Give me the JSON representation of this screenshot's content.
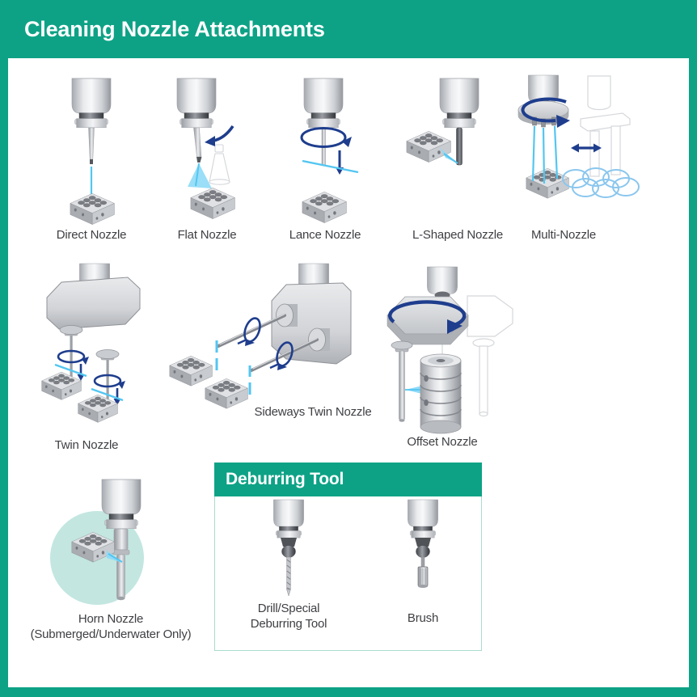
{
  "header": {
    "title": "Cleaning Nozzle Attachments"
  },
  "colors": {
    "teal": "#0DA286",
    "teal_light": "#C3E6E0",
    "navy": "#1E3D8D",
    "spray": "#53C6F1",
    "spray_fill": "#8FDAF7",
    "circle_blue": "#8AC6EE",
    "text": "#3E3F43",
    "box_border": "#A9DBCF"
  },
  "figures": {
    "direct": {
      "label": "Direct Nozzle"
    },
    "flat": {
      "label": "Flat Nozzle"
    },
    "lance": {
      "label": "Lance Nozzle"
    },
    "l_shaped": {
      "label": "L-Shaped Nozzle"
    },
    "multi": {
      "label": "Multi-Nozzle"
    },
    "twin": {
      "label": "Twin Nozzle"
    },
    "sideways_twin": {
      "label": "Sideways Twin Nozzle"
    },
    "offset": {
      "label": "Offset Nozzle"
    },
    "horn": {
      "label": "Horn Nozzle",
      "sublabel": "(Submerged/Underwater Only)"
    }
  },
  "deburring": {
    "title": "Deburring Tool",
    "drill": {
      "label_line1": "Drill/Special",
      "label_line2": "Deburring Tool"
    },
    "brush": {
      "label": "Brush"
    }
  }
}
